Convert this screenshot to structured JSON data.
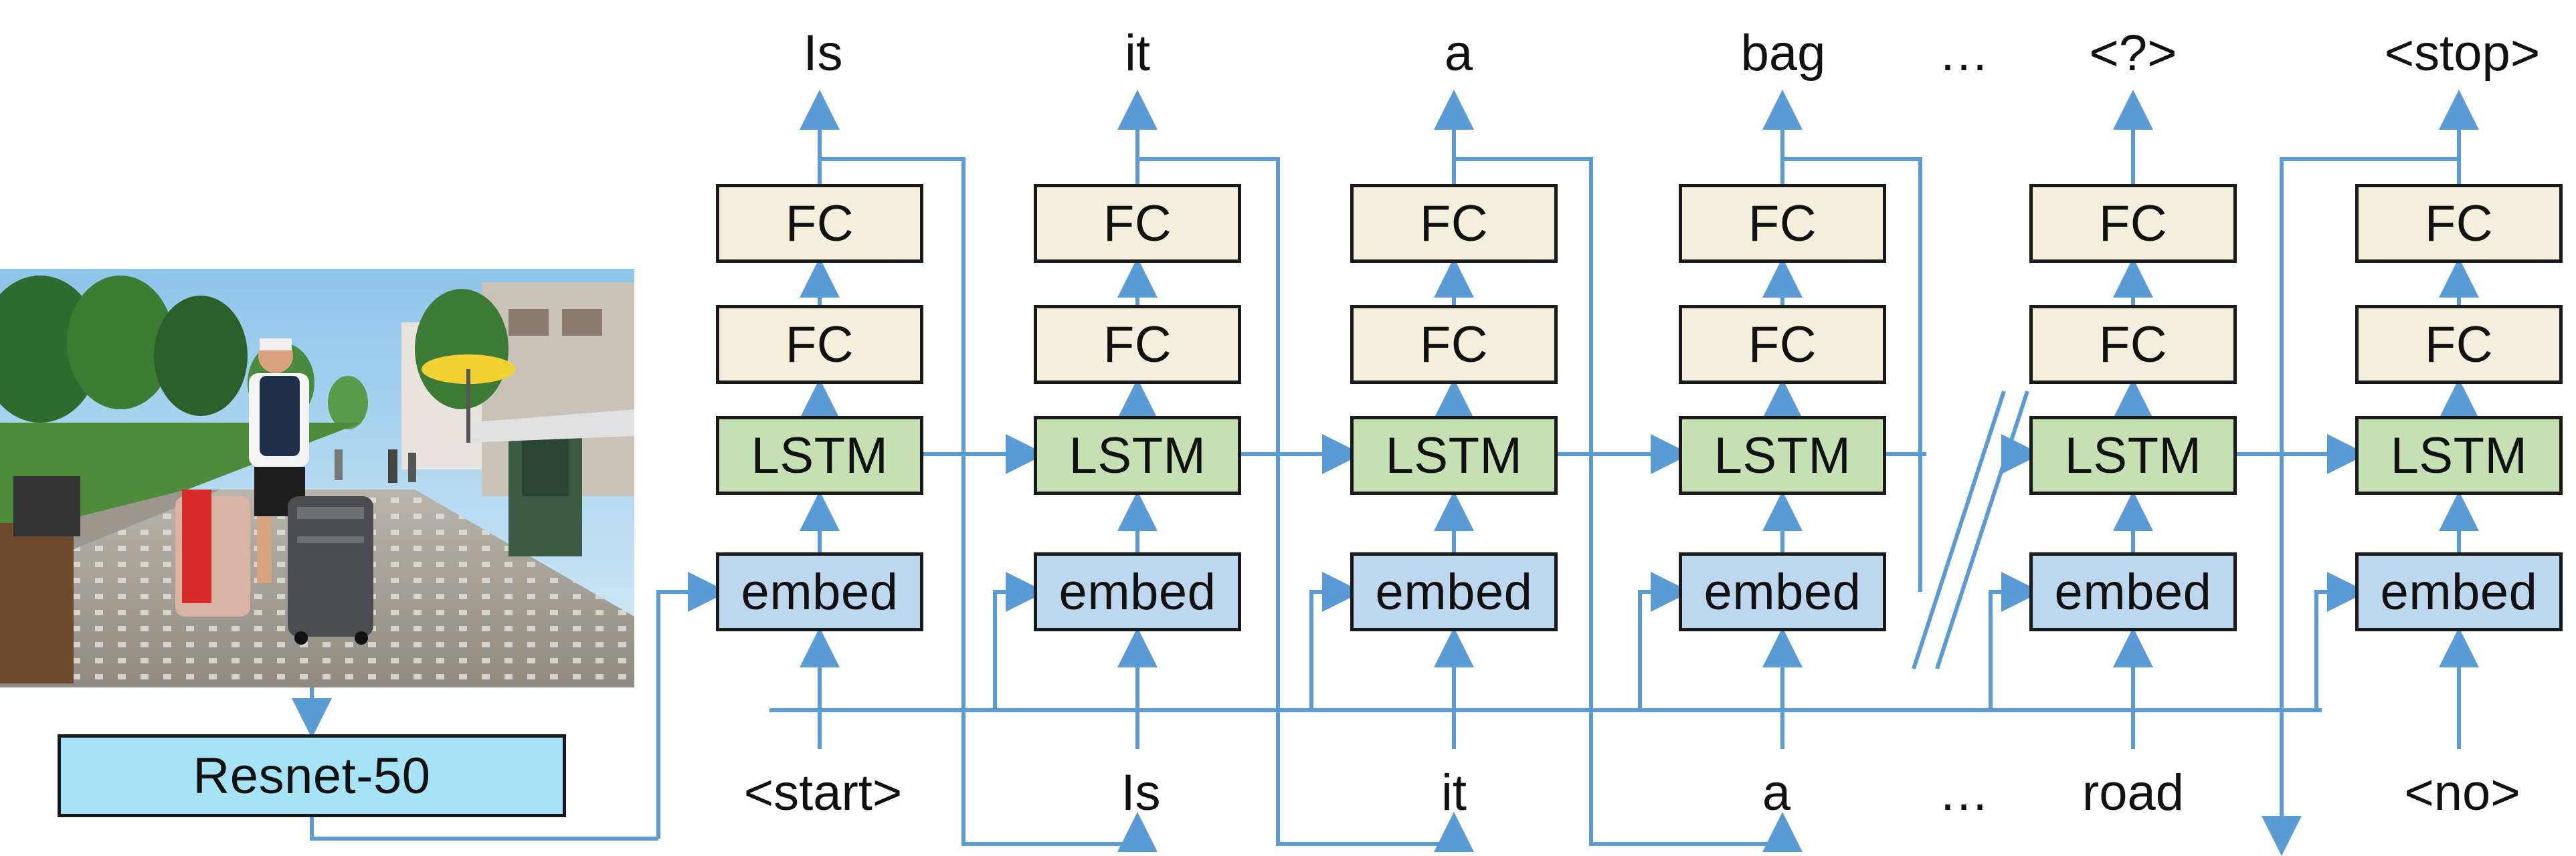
{
  "encoder": {
    "label": "Resnet-50"
  },
  "box_labels": {
    "fc": "FC",
    "lstm": "LSTM",
    "embed": "embed"
  },
  "output_tokens": [
    "Is",
    "it",
    "a",
    "bag",
    "…",
    "<?>",
    "<stop>"
  ],
  "input_tokens": [
    "<start>",
    "Is",
    "it",
    "a",
    "…",
    "road",
    "<no>"
  ],
  "colors": {
    "arrow": "#5b9bd5",
    "fc_fill": "#f3efdc",
    "lstm_fill": "#c6e0b4",
    "embed_fill": "#bdd7ee",
    "encoder_fill": "#a6e3f6"
  },
  "photo": {
    "description_icon": "street-photo-travelers-with-luggage"
  }
}
